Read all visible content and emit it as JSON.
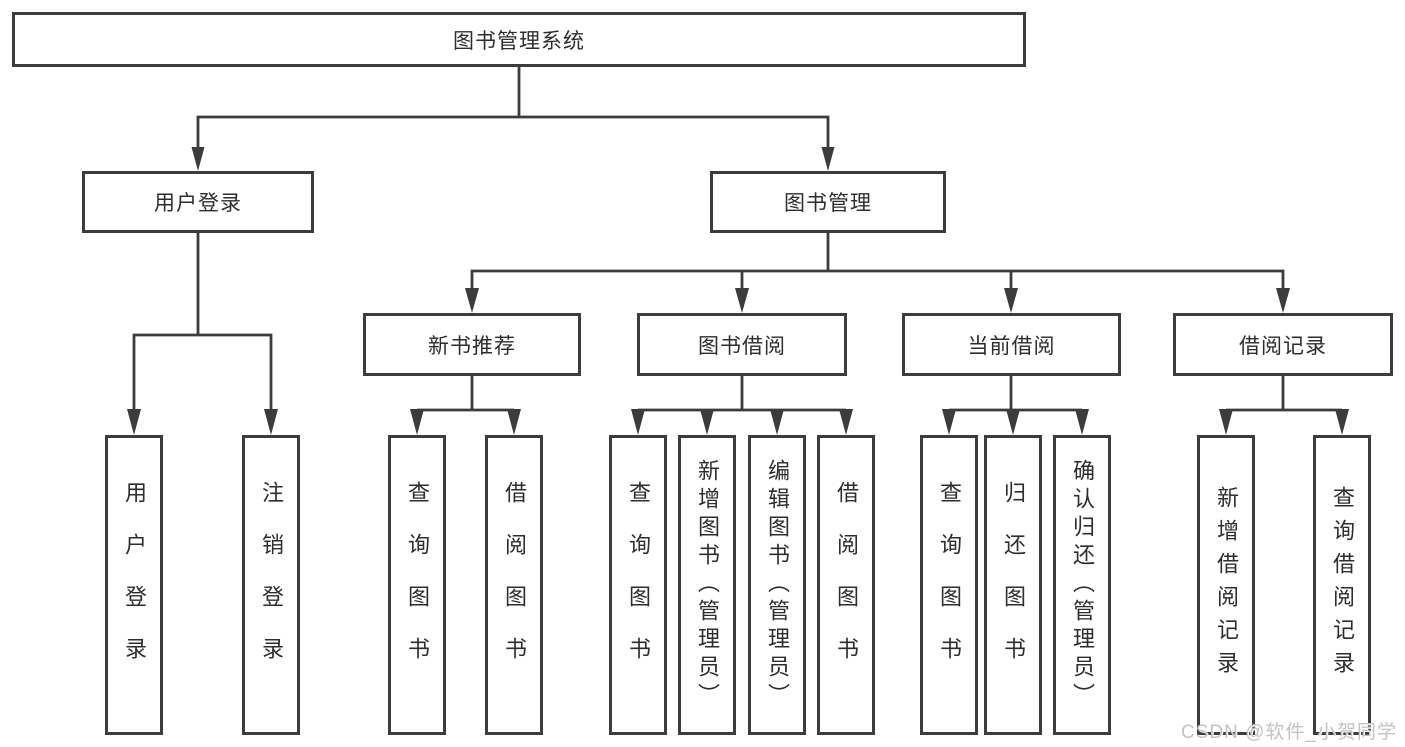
{
  "tree": {
    "root": {
      "label": "图书管理系统",
      "children": [
        {
          "label": "用户登录",
          "children": [
            {
              "label": "用户登录"
            },
            {
              "label": "注销登录"
            }
          ]
        },
        {
          "label": "图书管理",
          "children": [
            {
              "label": "新书推荐",
              "children": [
                {
                  "label": "查询图书"
                },
                {
                  "label": "借阅图书"
                }
              ]
            },
            {
              "label": "图书借阅",
              "children": [
                {
                  "label": "查询图书"
                },
                {
                  "label": "新增图书（管理员）"
                },
                {
                  "label": "编辑图书（管理员）"
                },
                {
                  "label": "借阅图书"
                }
              ]
            },
            {
              "label": "当前借阅",
              "children": [
                {
                  "label": "查询图书"
                },
                {
                  "label": "归还图书"
                },
                {
                  "label": "确认归还（管理员）"
                }
              ]
            },
            {
              "label": "借阅记录",
              "children": [
                {
                  "label": "新增借阅记录"
                },
                {
                  "label": "查询借阅记录"
                }
              ]
            }
          ]
        }
      ]
    }
  },
  "watermark": {
    "text": "CSDN @软件_小贺同学"
  },
  "colors": {
    "line": "#3c3c3c",
    "text": "#2d2d2d",
    "box_bg": "#ffffff",
    "background": "#ffffff",
    "watermark": "#c3c3c3"
  }
}
